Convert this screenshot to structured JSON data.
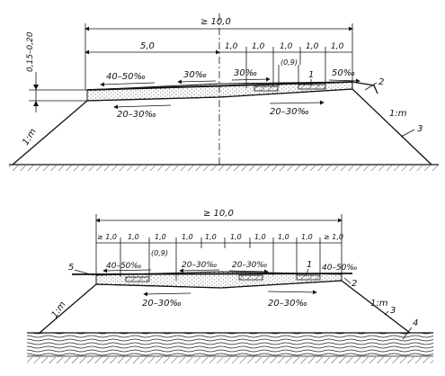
{
  "top": {
    "overall_width": "≥ 10,0",
    "left_width": "5,0",
    "right_spacings": [
      "1,0",
      "1,0",
      "1,0",
      "1,0",
      "1,0"
    ],
    "alt_spacing": "(0,9)",
    "thickness": "0,15–0,20",
    "slope_surface_left": "40–50‰",
    "slope_surface_mid": "30‰",
    "slope_surface_mid2": "30‰",
    "slope_surface_right": "50‰",
    "slope_base_left": "20–30‰",
    "slope_base_right": "20–30‰",
    "embankment_slope": "1:m",
    "label_1": "1",
    "label_2": "2",
    "label_3": "3"
  },
  "bottom": {
    "overall_width": "≥ 10,0",
    "spacings": [
      "≥ 1,0",
      "1,0",
      "1,0",
      "1,0",
      "1,0",
      "1,0",
      "1,0",
      "1,0",
      "1,0",
      "≥ 1,0"
    ],
    "alt_spacing": "(0,9)",
    "slope_surface_left": "40–50‰",
    "slope_surface_mid": "20–30‰",
    "slope_surface_mid2": "20–30‰",
    "slope_surface_right": "40–50‰",
    "slope_base_left": "20–30‰",
    "slope_base_right": "20–30‰",
    "slope_left": "1:m",
    "slope_right": "1:m",
    "label_1": "1",
    "label_2": "2",
    "label_3": "3",
    "label_4": "4",
    "label_5": "5"
  }
}
